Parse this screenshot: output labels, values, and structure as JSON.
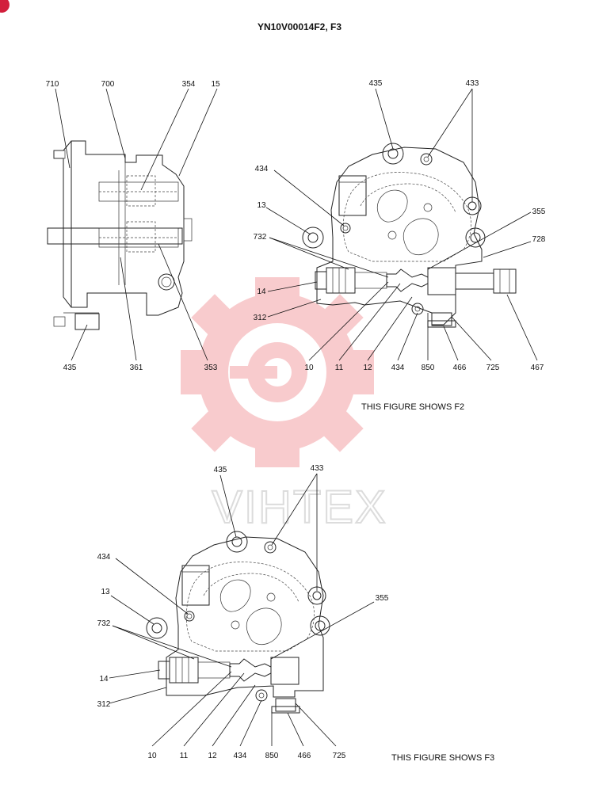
{
  "title": "YN10V00014F2, F3",
  "watermark": {
    "text": "VIHTEX",
    "color": "#e8484f"
  },
  "corner_badge_color": "#d21f3c",
  "side_view_labels": [
    "710",
    "700",
    "354",
    "15",
    "435",
    "361",
    "353"
  ],
  "f2": {
    "caption": "THIS FIGURE SHOWS  F2",
    "labels": [
      "435",
      "433",
      "434",
      "13",
      "355",
      "732",
      "728",
      "14",
      "312",
      "10",
      "11",
      "12",
      "434",
      "850",
      "466",
      "725",
      "467"
    ]
  },
  "f3": {
    "caption": "THIS FIGURE SHOWS  F3",
    "labels": [
      "435",
      "433",
      "434",
      "13",
      "732",
      "355",
      "14",
      "312",
      "10",
      "11",
      "12",
      "434",
      "850",
      "466",
      "725"
    ]
  }
}
